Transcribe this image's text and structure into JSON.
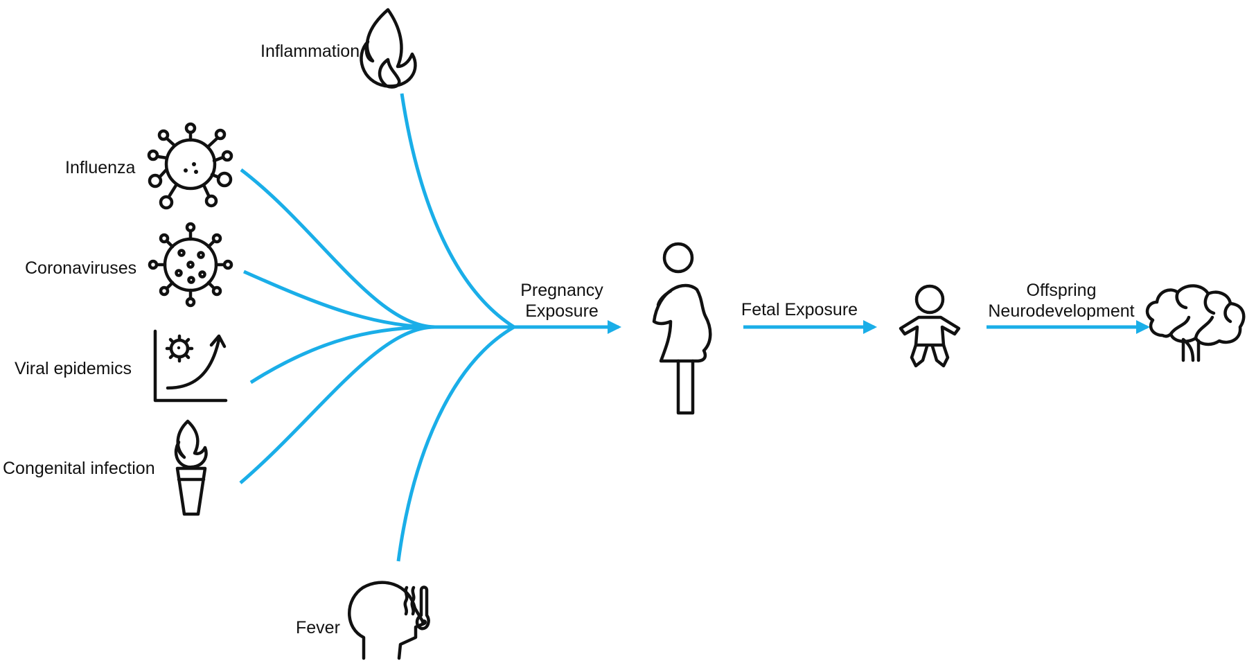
{
  "colors": {
    "flow": "#1aaee8",
    "ink": "#111111",
    "background": "#ffffff"
  },
  "inputs": {
    "inflammation": {
      "label": "Inflammation",
      "icon": "flame-icon"
    },
    "influenza": {
      "label": "Influenza",
      "icon": "influenza-virus-icon"
    },
    "coronaviruses": {
      "label": "Coronaviruses",
      "icon": "coronavirus-icon"
    },
    "viral_epidemics": {
      "label": "Viral epidemics",
      "icon": "epidemic-growth-chart-icon"
    },
    "congenital_infection": {
      "label": "Congenital infection",
      "icon": "torch-icon"
    },
    "fever": {
      "label": "Fever",
      "icon": "fever-head-thermometer-icon"
    }
  },
  "stages": {
    "pregnancy_exposure": {
      "line1": "Pregnancy",
      "line2": "Exposure",
      "icon": "pregnant-woman-icon"
    },
    "fetal_exposure": {
      "label": "Fetal Exposure",
      "icon": "baby-icon"
    },
    "offspring": {
      "line1": "Offspring",
      "line2": "Neurodevelopment",
      "icon": "brain-icon"
    }
  }
}
